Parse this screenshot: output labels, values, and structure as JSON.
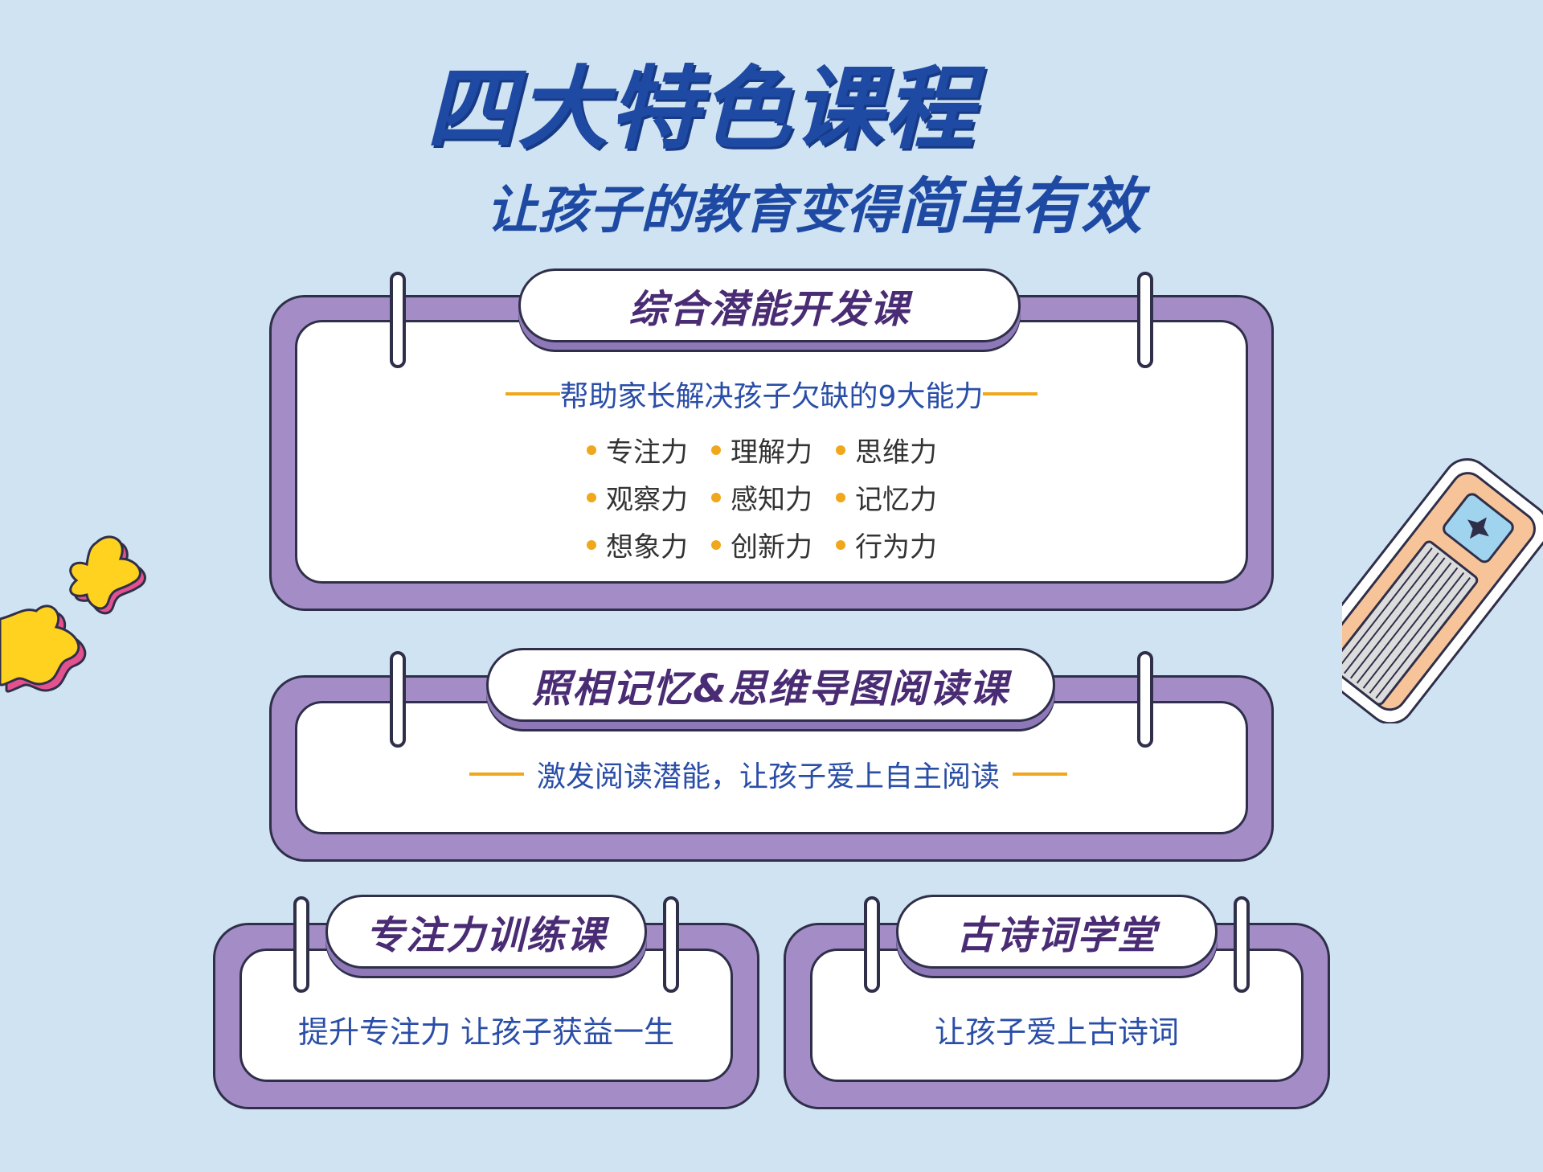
{
  "header": {
    "title": "四大特色课程",
    "subtitle_lead": "让孩子的教育变得",
    "subtitle_emph": "简单有效"
  },
  "course1": {
    "name": "综合潜能开发课",
    "tagline": "帮助家长解决孩子欠缺的9大能力",
    "abilities": [
      "专注力",
      "理解力",
      "思维力",
      "观察力",
      "感知力",
      "记忆力",
      "想象力",
      "创新力",
      "行为力"
    ]
  },
  "course2": {
    "name": "照相记忆&思维导图阅读课",
    "tagline": "激发阅读潜能，让孩子爱上自主阅读"
  },
  "course3": {
    "name": "专注力训练课",
    "tagline": "提升专注力 让孩子获益一生"
  },
  "course4": {
    "name": "古诗词学堂",
    "tagline": "让孩子爱上古诗词"
  },
  "colors": {
    "background": "#cfe3f3",
    "title_blue": "#1f4aa3",
    "frame_purple": "#a48dc6",
    "accent_orange": "#f0a71b",
    "star_yellow": "#ffd21f"
  }
}
